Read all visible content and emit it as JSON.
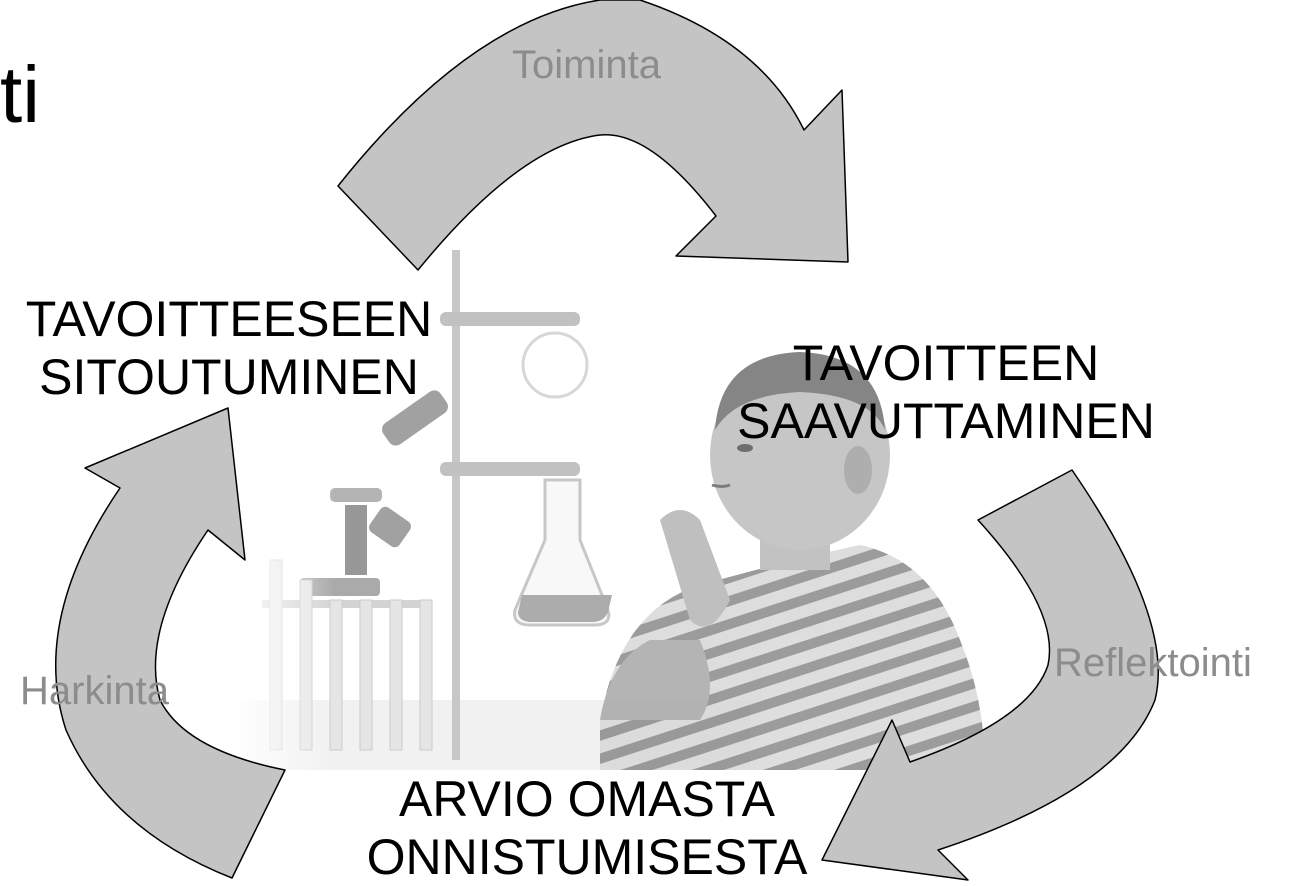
{
  "slide": {
    "title_fragment_top": "",
    "title_fragment": "ti"
  },
  "cycle": {
    "nodes": [
      {
        "id": "commitment",
        "line1": "TAVOITTEESEEN",
        "line2": "SITOUTUMINEN"
      },
      {
        "id": "achievement",
        "line1": "TAVOITTEEN",
        "line2": "SAAVUTTAMINEN"
      },
      {
        "id": "evaluation",
        "line1": "ARVIO OMASTA",
        "line2": "ONNISTUMISESTA"
      }
    ],
    "arrows": [
      {
        "id": "action",
        "label": "Toiminta"
      },
      {
        "id": "reflection",
        "label": "Reflektointi"
      },
      {
        "id": "consideration",
        "label": "Harkinta"
      }
    ]
  },
  "colors": {
    "arrow_fill": "#c4c4c4",
    "arrow_stroke": "#000000",
    "arrow_label": "#8c8c8c",
    "node_text": "#000000",
    "photo_tone": "#bdbdbd"
  },
  "background_image": {
    "subject": "boy thinking beside laboratory glassware and microscope",
    "icon": "lab-photo"
  }
}
